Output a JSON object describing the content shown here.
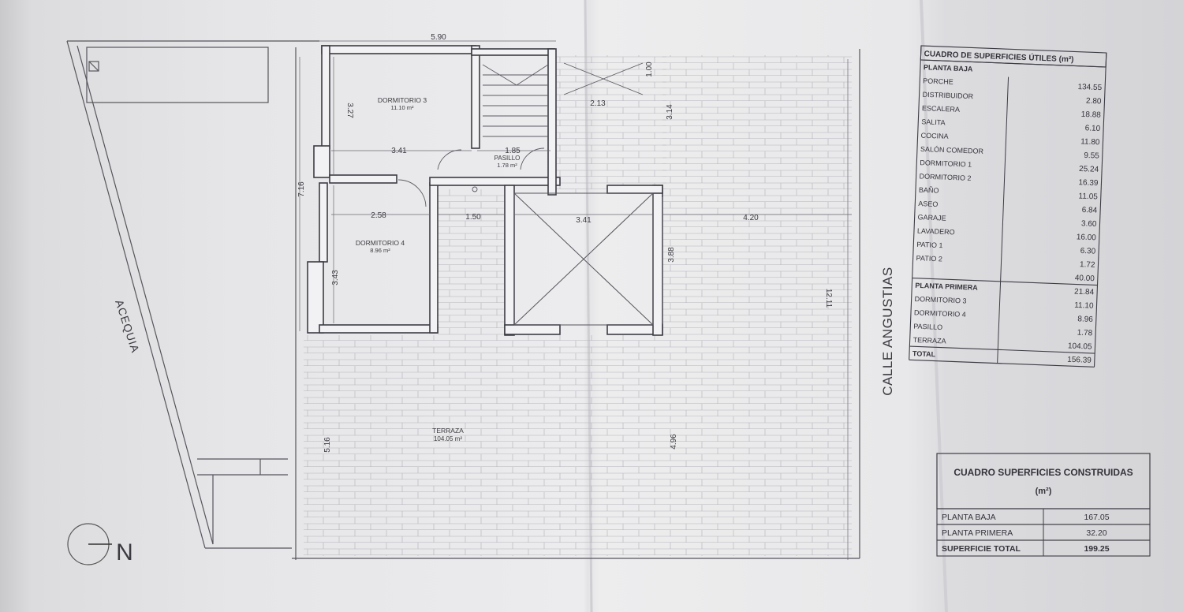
{
  "dimensions": {
    "top_width": "5.90",
    "left_height": "7.16",
    "dorm3_height": "3.27",
    "dorm3_width": "3.41",
    "dorm4_width": "2.58",
    "dorm4_height": "3.43",
    "pasillo_width": "1.85",
    "corridor_width": "1.50",
    "void_width": "3.41",
    "right_width": "4.20",
    "void_height": "3.88",
    "stair_top": "1.00",
    "stair_side": "2.13",
    "upper_right": "3.14",
    "east_edge": "12.11",
    "terrace_left": "5.16",
    "terrace_mid": "4.96"
  },
  "rooms": {
    "dorm3": {
      "name": "DORMITORIO 3",
      "area": "11.10 m²"
    },
    "dorm4": {
      "name": "DORMITORIO 4",
      "area": "8.96 m²"
    },
    "pasillo": {
      "name": "PASILLO",
      "area": "1.78 m²"
    },
    "terraza": {
      "name": "TERRAZA",
      "area": "104.05 m²"
    }
  },
  "street_labels": {
    "acequia": "ACEQUIA",
    "calle": "CALLE ANGUSTIAS"
  },
  "north_label": "N",
  "table_utiles": {
    "title": "CUADRO DE SUPERFICIES ÚTILES (m²)",
    "rows": [
      {
        "label": "PLANTA BAJA",
        "value": "",
        "header": true
      },
      {
        "label": "PORCHE",
        "value": "134.55"
      },
      {
        "label": "DISTRIBUIDOR",
        "value": "2.80"
      },
      {
        "label": "ESCALERA",
        "value": "18.88"
      },
      {
        "label": "SALITA",
        "value": "6.10"
      },
      {
        "label": "COCINA",
        "value": "11.80"
      },
      {
        "label": "SALÓN COMEDOR",
        "value": "9.55"
      },
      {
        "label": "DORMITORIO 1",
        "value": "25.24"
      },
      {
        "label": "DORMITORIO 2",
        "value": "16.39"
      },
      {
        "label": "BAÑO",
        "value": "11.05"
      },
      {
        "label": "ASEO",
        "value": "6.84"
      },
      {
        "label": "GARAJE",
        "value": "3.60"
      },
      {
        "label": "LAVADERO",
        "value": "16.00"
      },
      {
        "label": "PATIO 1",
        "value": "6.30"
      },
      {
        "label": "PATIO 2",
        "value": "1.72"
      },
      {
        "label": "",
        "value": "40.00"
      },
      {
        "label": "PLANTA PRIMERA",
        "value": "21.84",
        "header": true
      },
      {
        "label": "DORMITORIO 3",
        "value": "11.10"
      },
      {
        "label": "DORMITORIO 4",
        "value": "8.96"
      },
      {
        "label": "PASILLO",
        "value": "1.78"
      },
      {
        "label": "TERRAZA",
        "value": "104.05"
      },
      {
        "label": "TOTAL",
        "value": "156.39",
        "header": true
      }
    ]
  },
  "table_construidas": {
    "title_line1": "CUADRO SUPERFICIES CONSTRUIDAS",
    "title_line2": "(m²)",
    "rows": [
      {
        "label": "PLANTA BAJA",
        "value": "167.05"
      },
      {
        "label": "PLANTA PRIMERA",
        "value": "32.20"
      },
      {
        "label": "SUPERFICIE TOTAL",
        "value": "199.25"
      }
    ]
  },
  "colors": {
    "line": "#4a4a52",
    "paper": "#ececee",
    "shadow": "#c4c4c7"
  }
}
